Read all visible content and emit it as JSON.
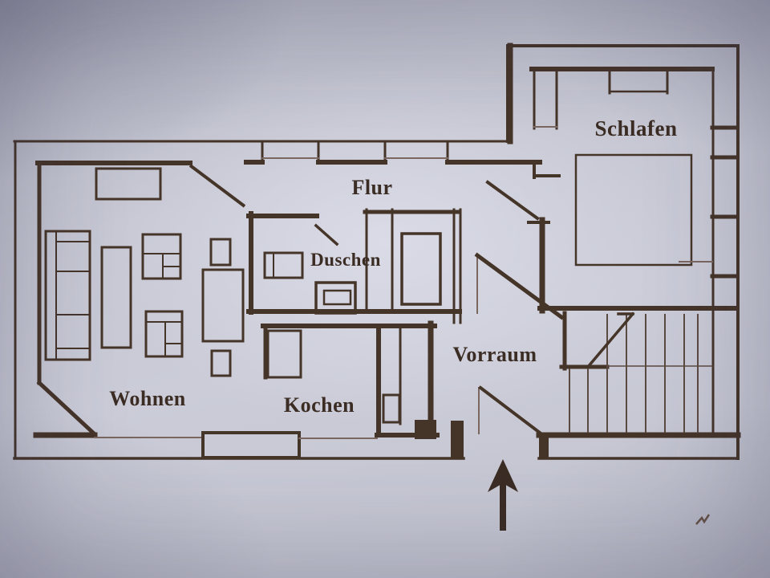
{
  "floorplan": {
    "kind": "apartment-floor-plan",
    "rooms": [
      {
        "id": "schlafen",
        "label": "Schlafen"
      },
      {
        "id": "flur",
        "label": "Flur"
      },
      {
        "id": "duschen",
        "label": "Duschen"
      },
      {
        "id": "wohnen",
        "label": "Wohnen"
      },
      {
        "id": "kochen",
        "label": "Kochen"
      },
      {
        "id": "vorraum",
        "label": "Vorraum"
      }
    ],
    "symbols": [
      {
        "name": "entrance-arrow",
        "meaning": "entrance direction indicator below Vorraum"
      },
      {
        "name": "staircase",
        "meaning": "stair treads beside Vorraum"
      },
      {
        "name": "pen-mark",
        "meaning": "small ink mark bottom right"
      }
    ],
    "colors": {
      "paper": "#c9cad6",
      "ink": "#453428"
    }
  }
}
